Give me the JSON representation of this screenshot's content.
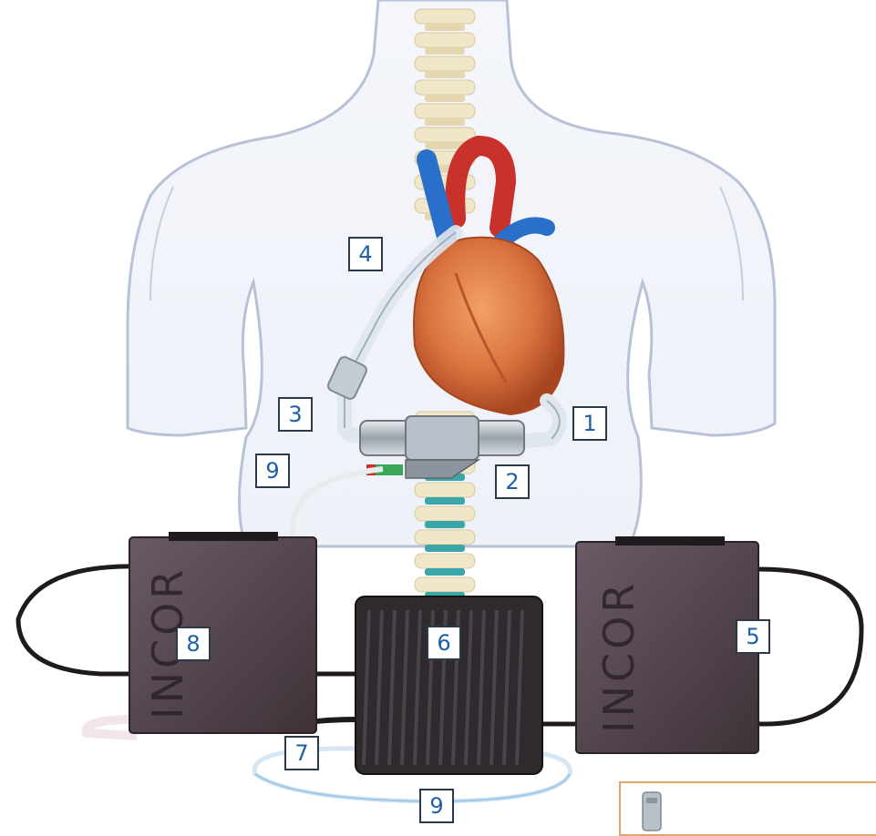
{
  "callouts": [
    {
      "id": "1",
      "text": "1"
    },
    {
      "id": "2",
      "text": "2"
    },
    {
      "id": "3",
      "text": "3"
    },
    {
      "id": "4",
      "text": "4"
    },
    {
      "id": "5",
      "text": "5"
    },
    {
      "id": "6",
      "text": "6"
    },
    {
      "id": "7",
      "text": "7"
    },
    {
      "id": "8",
      "text": "8"
    },
    {
      "id": "9a",
      "text": "9"
    },
    {
      "id": "9b",
      "text": "9"
    }
  ],
  "batteries": {
    "left_label": "INCOR",
    "right_label": "INCOR"
  },
  "colors": {
    "body_outline": "#b8c2d6",
    "heart": "#d9733e",
    "vessel_blue": "#2a6fc9",
    "vessel_red": "#c8322b",
    "spine_bone": "#f0e6c8",
    "spine_disc": "#3aa6a8",
    "battery": "#5a4a55",
    "controller": "#2e2a2e",
    "callout_text": "#1d5fa8",
    "inset_border": "#e0a56a"
  }
}
